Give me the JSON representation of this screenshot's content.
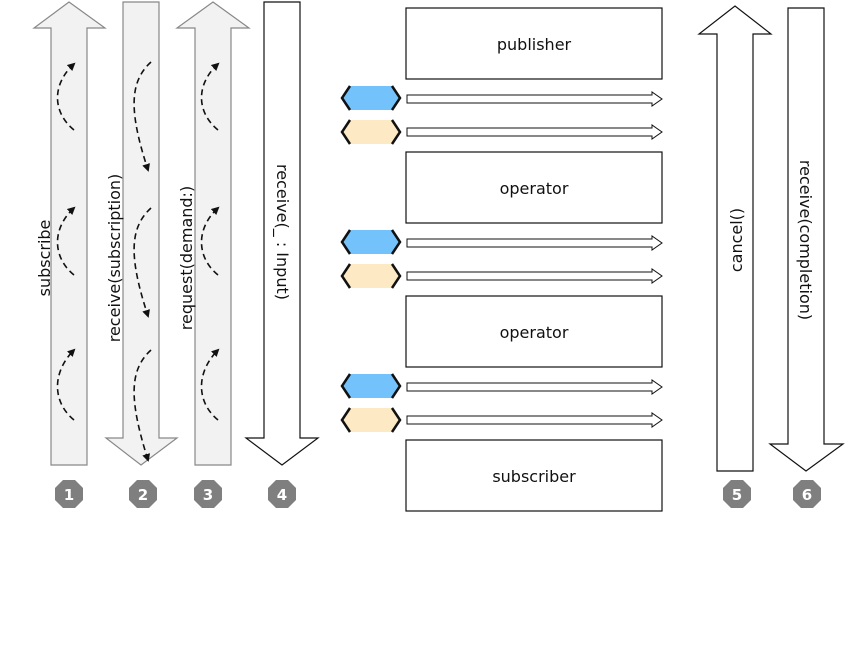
{
  "flows": [
    {
      "label": "subscribe",
      "badge": "1"
    },
    {
      "label": "receive(subscription)",
      "badge": "2"
    },
    {
      "label": "request(demand:)",
      "badge": "3"
    },
    {
      "label": "receive(_ : Input)",
      "badge": "4"
    },
    {
      "label": "cancel()",
      "badge": "5"
    },
    {
      "label": "receive(completion)",
      "badge": "6"
    }
  ],
  "stack": {
    "publisher": "publisher",
    "operator_1": "operator",
    "operator_2": "operator",
    "subscriber": "subscriber"
  },
  "colors": {
    "shaded_arrow_fill": "#f2f2f2",
    "badge_fill": "#7f7f7f",
    "connector_blue": "#73c2fb",
    "connector_cream": "#fde9c4"
  }
}
